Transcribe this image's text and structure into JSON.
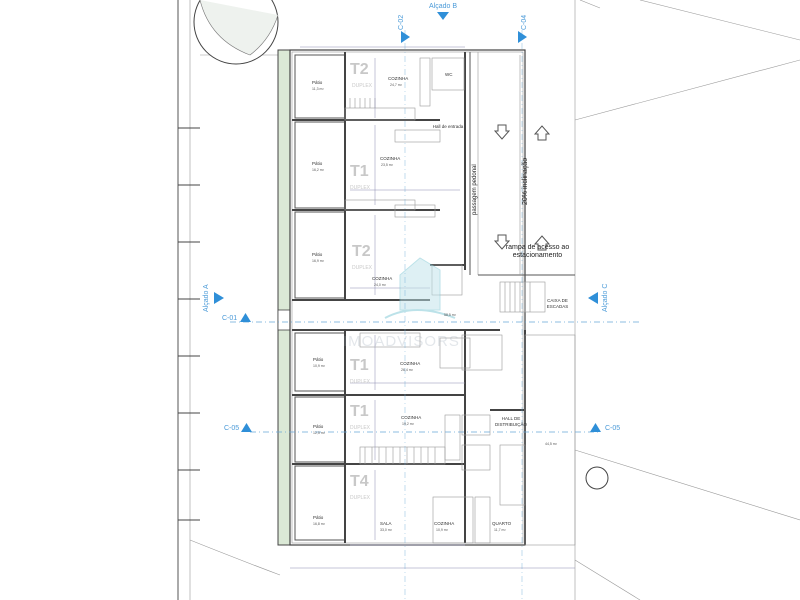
{
  "markers": {
    "alcado_a": "Alçado A",
    "alcado_b": "Alçado B",
    "alcado_c": "Alçado C",
    "c01": "C-01",
    "c02": "C-02",
    "c04": "C-04",
    "c05_left": "C-05",
    "c05_right": "C-05"
  },
  "units": [
    {
      "type": "T2",
      "subtitle": "DUPLEX",
      "room": "COZINHA",
      "area": "24,7 m²",
      "patio": "Pátio",
      "patio_area": "11,3 m²"
    },
    {
      "type": "T1",
      "subtitle": "DUPLEX",
      "room": "COZINHA",
      "area": "23,5 m²",
      "patio": "Pátio",
      "patio_area": "16,2 m²"
    },
    {
      "type": "T2",
      "subtitle": "DUPLEX",
      "room": "COZINHA",
      "area": "24,0 m²",
      "patio": "Pátio",
      "patio_area": "16,9 m²"
    },
    {
      "type": "T1",
      "subtitle": "DUPLEX",
      "room": "COZINHA",
      "area": "26,4 m²",
      "patio": "Pátio",
      "patio_area": "10,9 m²"
    },
    {
      "type": "T1",
      "subtitle": "DUPLEX",
      "room": "COZINHA",
      "area": "19,2 m²",
      "patio": "Pátio",
      "patio_area": "12,5 m²"
    },
    {
      "type": "T4",
      "subtitle": "DUPLEX",
      "room": "SALA",
      "area": "33,0 m²",
      "patio": "Pátio",
      "patio_area": "16,8 m²",
      "room2": "COZINHA",
      "area2": "10,9 m²",
      "room3": "QUARTO",
      "area3": "11,7 m²"
    }
  ],
  "labels": {
    "hall_entrada": "Hall de entrada",
    "wc": "WC",
    "passagem": "passagem pedonal",
    "inclinacao": "20% inclinação",
    "rampa": "rampa de acesso ao estacionamento",
    "caixa_escadas": "CAIXA DE ESCADAS",
    "hall_distribuicao": "HALL DE DISTRIBUIÇÃO",
    "common_area": "58,5 m²",
    "parking_area": "44,5 m²"
  },
  "watermark": "IMOADVISORS",
  "colors": {
    "marker": "#2f8fd8",
    "green_strip": "#dbe9d6"
  }
}
